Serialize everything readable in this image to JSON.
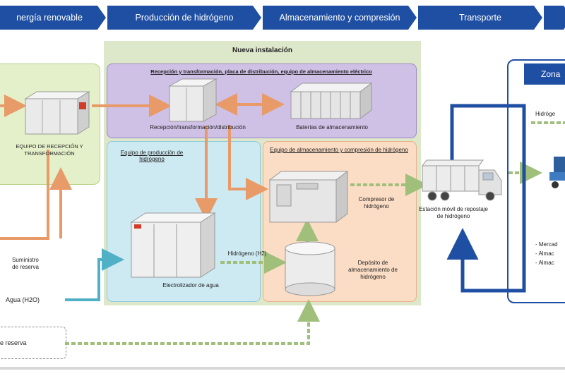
{
  "stages": [
    "nergía renovable",
    "Producción de hidrógeno",
    "Almacenamiento y compresión",
    "Transporte",
    ""
  ],
  "new_install": {
    "title": "Nueva instalación",
    "reception_panel_title": "Recepción y transformación, placa de distribución, equipo de almacenamiento eléctrico",
    "reception_label": "Recepción/transformación/distribución",
    "batteries_label": "Baterías de almacenamiento",
    "production_title": "Equipo de producción de hidrógeno",
    "electrolyzer_label": "Electrolizador de agua",
    "storage_title": "Equipo de almacenamiento y compresión de hidrógeno",
    "compressor_label": "Compresor de hidrógeno",
    "tank_label": "Depósito de almacenamiento de hidrógeno",
    "hydrogen_flow": "Hidrógeno (H2)"
  },
  "left": {
    "equipment_label": "EQUIPO DE RECEPCIÓN Y TRANSFORMACIÓN",
    "backup_supply": "Suministro de reserva",
    "water": "Agua (H2O)",
    "backup_box": "e reserva"
  },
  "transport": {
    "station_label": "Estación móvil de repostaje de hidrógeno"
  },
  "right": {
    "zone_title": "Zona",
    "hydrogen_line": "Hidróge",
    "item1": "- Mercad",
    "item2": "- Almac",
    "item3": "- Almac"
  },
  "colors": {
    "stage_blue": "#1f4fa3",
    "orange": "#e89a68",
    "teal": "#4fb0c6",
    "green_dotted": "#9fbf7a",
    "dark_blue": "#1f4fa3"
  }
}
